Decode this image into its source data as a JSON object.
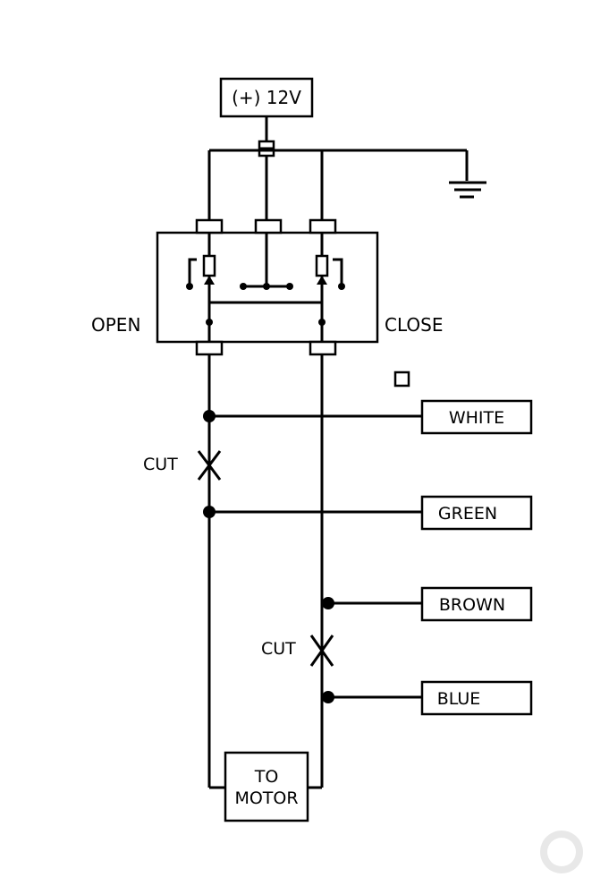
{
  "power": {
    "label": "(+) 12V"
  },
  "relay": {
    "open_label": "OPEN",
    "close_label": "CLOSE"
  },
  "wires": [
    {
      "label": "WHITE"
    },
    {
      "label": "GREEN"
    },
    {
      "label": "BROWN"
    },
    {
      "label": "BLUE"
    }
  ],
  "cuts": [
    {
      "label": "CUT"
    },
    {
      "label": "CUT"
    }
  ],
  "motor": {
    "line1": "TO",
    "line2": "MOTOR"
  }
}
